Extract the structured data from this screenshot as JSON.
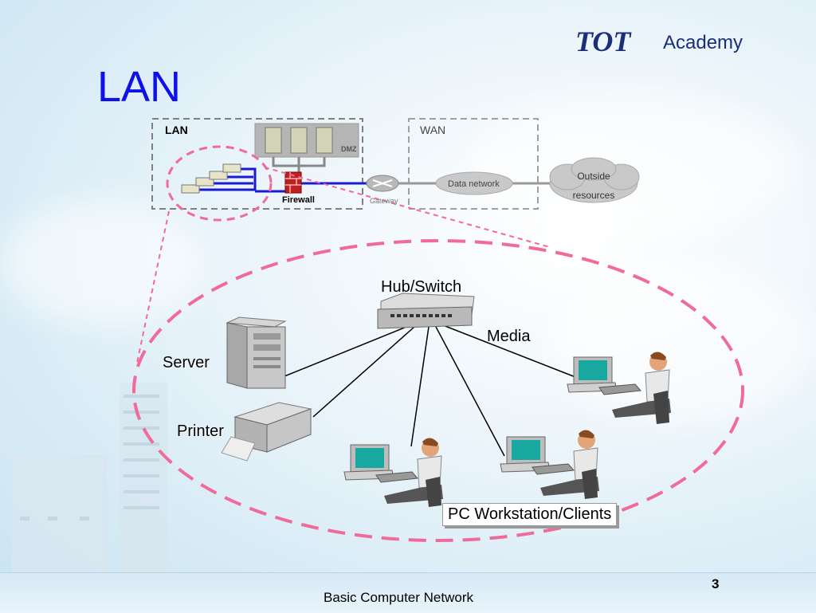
{
  "slide": {
    "title": "LAN",
    "page_number": "3",
    "footer": "Basic Computer Network"
  },
  "logo": {
    "brand": "TOT",
    "academy": "Academy"
  },
  "overview": {
    "lan_label": "LAN",
    "wan_label": "WAN",
    "dmz_label": "DMZ",
    "firewall_label": "Firewall",
    "gateway_label": "Gateway",
    "data_network_label": "Data network",
    "outside_label_line1": "Outside",
    "outside_label_line2": "resources"
  },
  "detail": {
    "hub_label": "Hub/Switch",
    "media_label": "Media",
    "server_label": "Server",
    "printer_label": "Printer",
    "clients_label": "PC Workstation/Clients"
  },
  "colors": {
    "title": "#1010e8",
    "dashed_ellipse": "#f06a9a",
    "lan_link": "#1a1ad0",
    "box_border": "#808080"
  }
}
